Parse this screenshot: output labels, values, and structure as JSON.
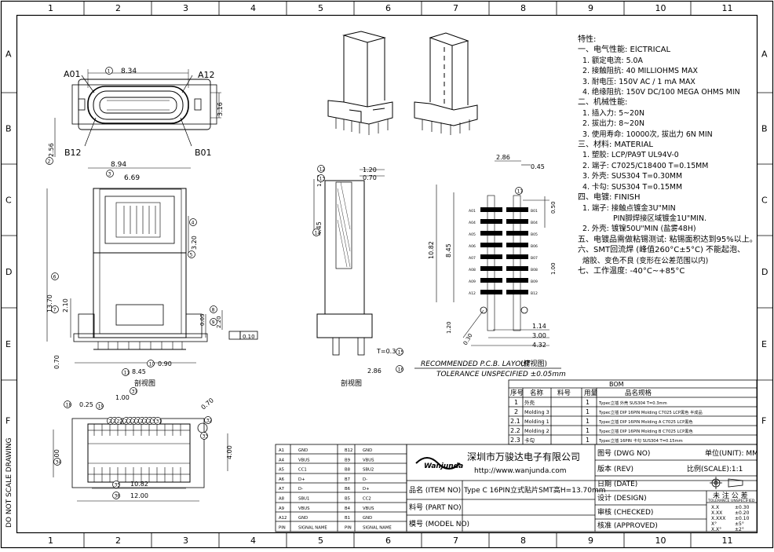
{
  "grid": {
    "columns": [
      "1",
      "2",
      "3",
      "4",
      "5",
      "6",
      "7",
      "8",
      "9",
      "10",
      "11"
    ],
    "rows": [
      "A",
      "B",
      "C",
      "D",
      "E",
      "F"
    ],
    "side_note": "DO NOT SCALE DRAWING"
  },
  "spec": [
    "特性:",
    "一、电气性能: ElCTRICAL",
    "1. 额定电流: 5.0A",
    "2. 接触阻抗: 40 MILLIOHMS MAX",
    "3. 耐电压: 150V AC / 1 mA MAX",
    "4. 绝缘阻抗: 150V DC/100 MEGA OHMS MIN",
    "二、机械性能:",
    "1. 插入力: 5~20N",
    "2. 拔出力: 8~20N",
    "3. 使用寿命: 10000次, 拔出力 6N MIN",
    "三、材料: MATERIAL",
    "1. 塑胶: LCP/PA9T UL94V-0",
    "2. 端子: C7025/C18400 T=0.15MM",
    "3. 外壳: SUS304 T=0.30MM",
    "4. 卡勾: SUS304 T=0.15MM",
    "四、电镀: FINISH",
    "1. 端子: 接触点镀金3U\"MIN",
    "PIN脚焊接区域镀金1U\"MIN.",
    "2. 外壳: 镀镍50U\"MIN (盐雾48H)",
    "五、电镀品需做粘锡测试: 粘锡面积达到95%以上。",
    "六、SMT回流焊 (峰值260°C±5°C) 不能起泡、",
    "熔胶、变色不良 (变形在公差范围以内)",
    "七、工作温度: -40°C~+85°C"
  ],
  "dims": {
    "top_width": "8.34",
    "top_height": "3.16",
    "top_side": "2.56",
    "body_width": "8.94",
    "inner_width": "6.69",
    "d_3_20": "3.20",
    "d_13_70": "13.70",
    "d_2_10": "2.10",
    "d_0_05": "0.05",
    "d_2_20": "2.20",
    "flat": "0.10",
    "d_0_90": "0.90",
    "d_0_70": "0.70",
    "d_8_45": "8.45",
    "s_1_20": "1.20",
    "s_0_70": "0.70",
    "s_1_30": "1.30",
    "s_4_45": "4.45",
    "s_t": "T=0.30",
    "s_2_86": "2.86",
    "p_2_86": "2.86",
    "p_0_45": "0.45",
    "p_0_50": "0.50",
    "p_10_82": "10.82",
    "p_8_45": "8.45",
    "p_1_00": "1.00",
    "p_1_20": "1.20",
    "p_0_30": "0.30",
    "p_1_14": "1.14",
    "p_3_00": "3.00",
    "p_4_32": "4.32",
    "b_0_25": "0.25",
    "b_1_00": "1.00",
    "b_0_70": "0.70",
    "b_5_00": "5.00",
    "b_4_00": "4.00",
    "b_10_82": "10.82",
    "b_12_00": "12.00"
  },
  "labels": {
    "a01": "A01",
    "a12": "A12",
    "b12": "B12",
    "b01": "B01",
    "front_view": "剖视图",
    "side_view": "剖视图",
    "pcb_title": "RECOMMENDED  P.C.B. LAYOUT",
    "pcb_note": "(俯视图)",
    "tolerance": "TOLERANCE UNSPECIFIED ±0.05mm",
    "pad_left": [
      "A01",
      "A04",
      "A05",
      "A06",
      "A07",
      "A08",
      "A09",
      "A12"
    ],
    "pad_right": [
      "B01",
      "B04",
      "B05",
      "B06",
      "B07",
      "B08",
      "B09",
      "B12"
    ],
    "balloons": [
      "1",
      "2",
      "3",
      "4",
      "5",
      "6",
      "7",
      "8",
      "9",
      "10",
      "11",
      "12",
      "13",
      "14",
      "15",
      "16",
      "17",
      "18",
      "19",
      "20",
      "21",
      "22",
      "23",
      "24",
      "25",
      "26",
      "27",
      "28",
      "29",
      "30",
      "31",
      "32",
      "33",
      "34",
      "35",
      "36",
      "37"
    ]
  },
  "bom": {
    "title": "BOM",
    "headers": [
      "序号",
      "名称",
      "料号",
      "用量",
      "品名规格"
    ],
    "rows": [
      [
        "1",
        "外壳",
        "",
        "1",
        "Typec立插 外壳 SUS304 T=0.3mm"
      ],
      [
        "2",
        "Molding 3",
        "",
        "1",
        "Typec立插 DIP 16PIN Molding C7025 LCP黑色 半成品"
      ],
      [
        "2.1",
        "Molding 1",
        "",
        "1",
        "Typec立插 DIP 16PIN Molding A C7025 LCP黑色"
      ],
      [
        "2.2",
        "Molding 2",
        "",
        "1",
        "Typec立插 DIP 16PIN Molding B C7025 LCP黑色"
      ],
      [
        "2.3",
        "卡勾",
        "",
        "1",
        "Typec立插 16PIN 卡勾 SUS304 T=0.15mm"
      ]
    ]
  },
  "pins": {
    "rows": [
      [
        "A1",
        "GND",
        "B12",
        "GND"
      ],
      [
        "A4",
        "VBUS",
        "B9",
        "VBUS"
      ],
      [
        "A5",
        "CC1",
        "B8",
        "SBU2"
      ],
      [
        "A6",
        "D+",
        "B7",
        "D-"
      ],
      [
        "A7",
        "D-",
        "B6",
        "D+"
      ],
      [
        "A8",
        "SBU1",
        "B5",
        "CC2"
      ],
      [
        "A9",
        "VBUS",
        "B4",
        "VBUS"
      ],
      [
        "A12",
        "GND",
        "B1",
        "GND"
      ],
      [
        "PIN",
        "SIGNAL NAME",
        "PIN",
        "SIGNAL NAME"
      ]
    ]
  },
  "title_block": {
    "company": "深圳市万骏达电子有限公司",
    "website": "http://www.wanjunda.com",
    "logo": "Wanjunda",
    "item_label": "品名 (ITEM NO)",
    "item_value": "Type C 16PIN立式贴片SMT高H=13.70mm",
    "part_label": "料号 (PART NO)",
    "model_label": "模号 (MODEL NO)",
    "dwg_label": "图号 (DWG NO)",
    "unit_label": "单位(UNIT): MM",
    "rev_label": "版本 (REV)",
    "scale_label": "比例(SCALE):1:1",
    "date_label": "日期 (DATE)",
    "design_label": "设计 (DESIGN)",
    "checked_label": "审核 (CHECKED)",
    "approved_label": "核准 (APPROVED)",
    "tol_title": "未 注 公 差",
    "tol_sub": "TOLERANCE UNSPECIFIED",
    "tol_rows": [
      [
        "X.X",
        "±0.30"
      ],
      [
        "X.XX",
        "±0.20"
      ],
      [
        "X.XXX",
        "±0.10"
      ],
      [
        "X°",
        "±5°"
      ],
      [
        "X.X°",
        "±2°"
      ]
    ]
  }
}
